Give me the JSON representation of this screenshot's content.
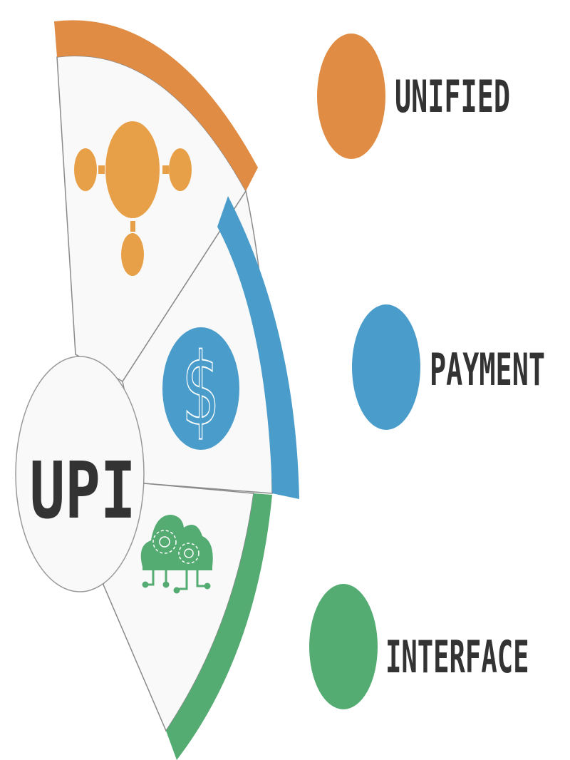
{
  "title": "UPI",
  "items": [
    {
      "word": "UNIFIED",
      "color": "#e08c44",
      "icon": "network-nodes-icon"
    },
    {
      "word": "PAYMENT",
      "color": "#4a9ccb",
      "icon": "dollar-icon"
    },
    {
      "word": "INTERFACE",
      "color": "#55ac72",
      "icon": "cloud-gears-icon"
    }
  ],
  "colors": {
    "text": "#333333",
    "segment_fill": "#f9f9f9",
    "outline": "#8a8a8a",
    "icon_orange": "#e8a048"
  }
}
